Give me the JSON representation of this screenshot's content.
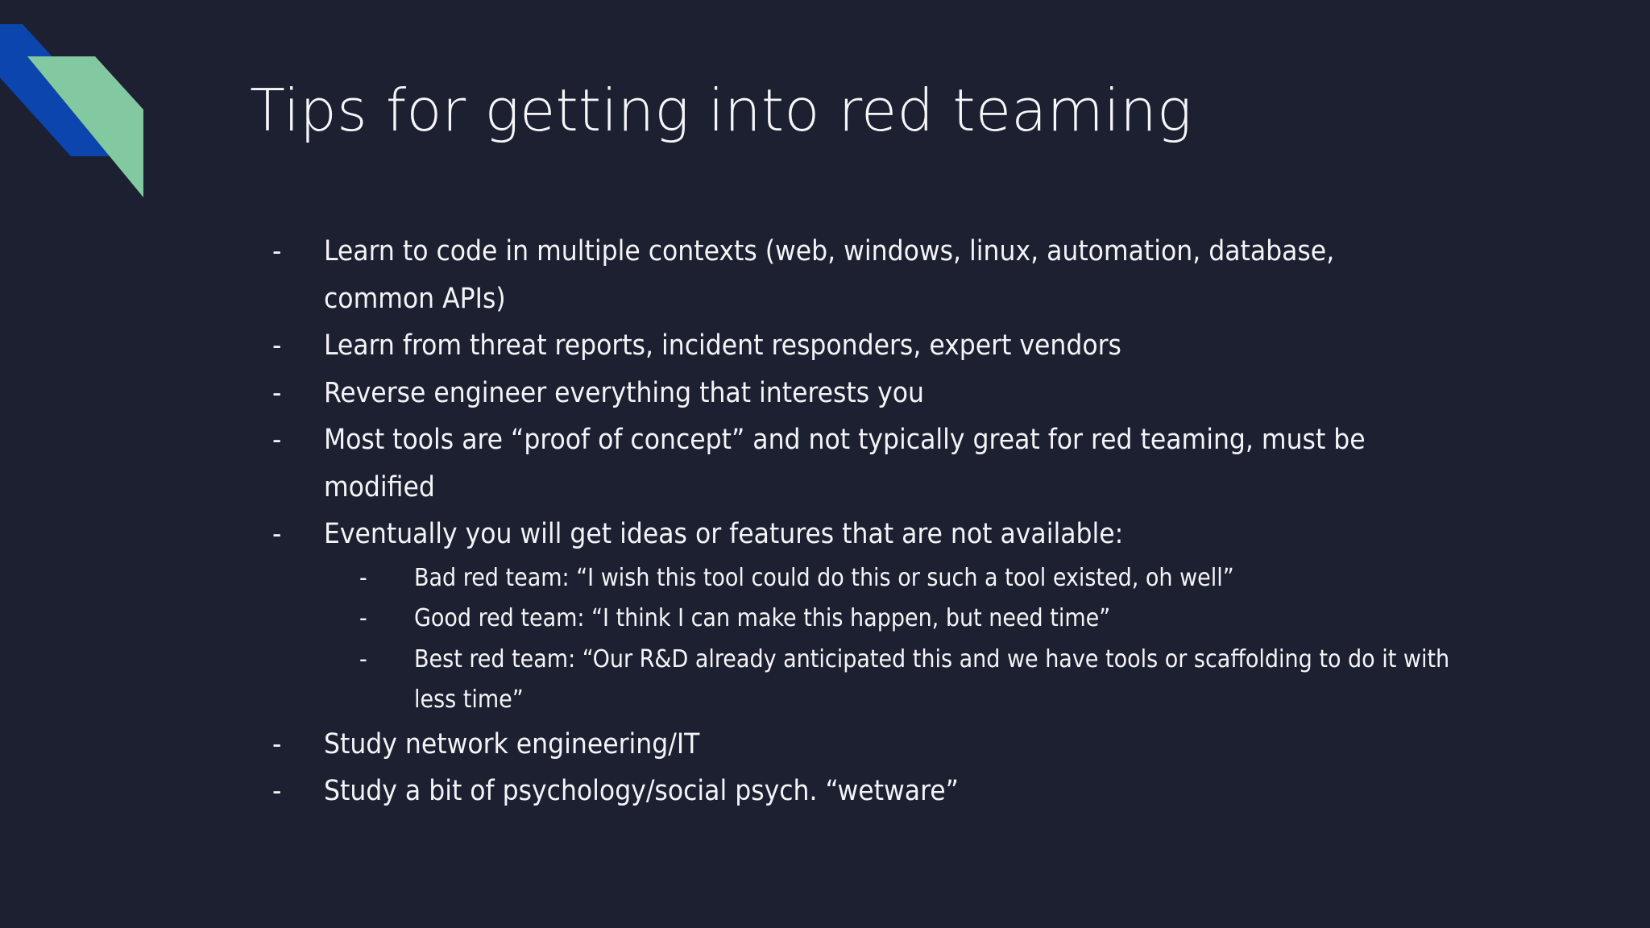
{
  "slide": {
    "background_color": "#1c2030",
    "text_color": "#f3f4f7",
    "title": "Tips for getting into red teaming",
    "bullet_marker": "-"
  },
  "decoration": {
    "name": "angled-ribbon-mark",
    "blue_color": "#0c45ae",
    "green_color": "#82c9a1"
  },
  "content": {
    "bullets": [
      {
        "level": 1,
        "text": "Learn to code in multiple contexts (web, windows, linux, automation, database, common APIs)"
      },
      {
        "level": 1,
        "text": "Learn from threat reports, incident responders, expert vendors"
      },
      {
        "level": 1,
        "text": "Reverse engineer everything that interests you"
      },
      {
        "level": 1,
        "text": "Most tools are “proof of concept” and not typically great for red teaming, must be modified"
      },
      {
        "level": 1,
        "text": "Eventually you will get ideas or features that are not available:"
      },
      {
        "level": 2,
        "text": "Bad red team: “I wish this tool could do this or such a tool existed, oh well”"
      },
      {
        "level": 2,
        "text": "Good red team: “I think I can make this happen, but need time”"
      },
      {
        "level": 2,
        "text": "Best red team: “Our R&D already anticipated this and we have tools or scaffolding to do it with less time”"
      },
      {
        "level": 1,
        "text": "Study network engineering/IT"
      },
      {
        "level": 1,
        "text": "Study a bit of psychology/social psych. “wetware”"
      }
    ]
  }
}
